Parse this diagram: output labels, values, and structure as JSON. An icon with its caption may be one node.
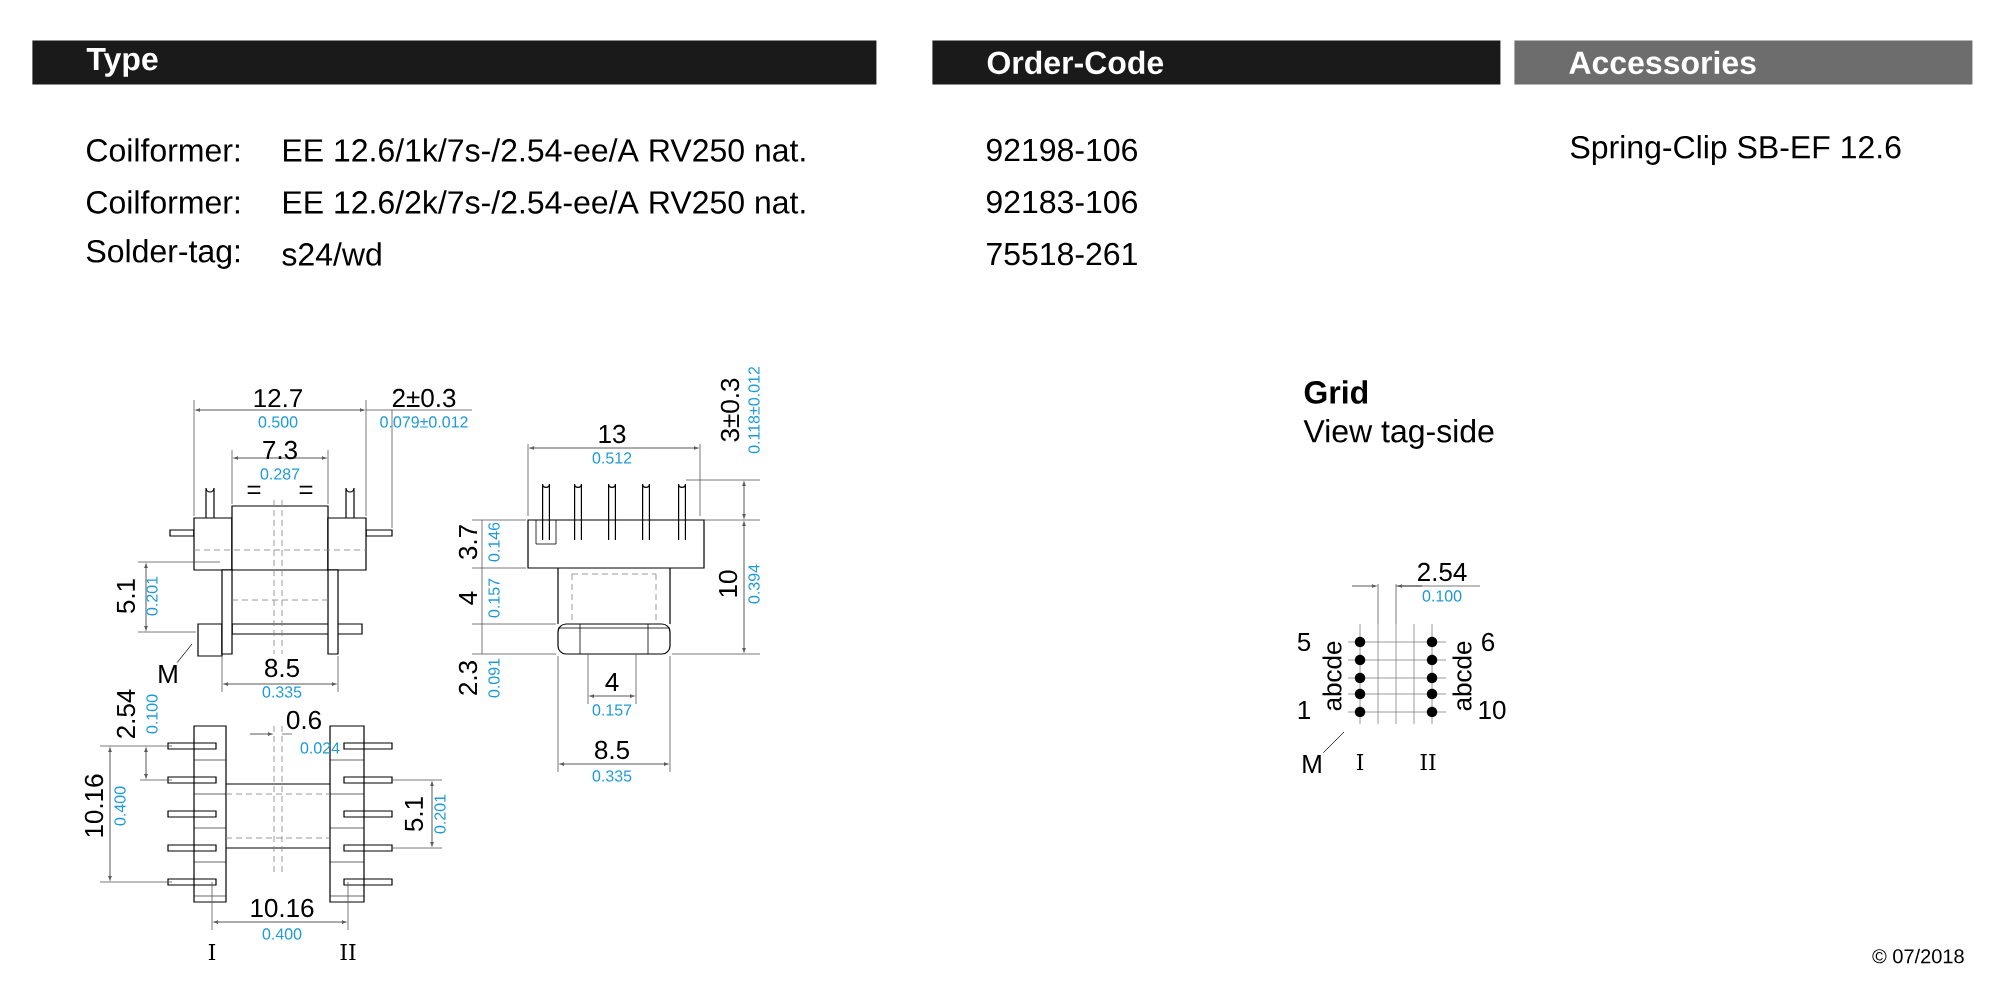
{
  "diagram": {
    "nodes": [
      {
        "text": [
          "Type"
        ]
      },
      {
        "text": [
          "Order-Code"
        ]
      },
      {
        "text": [
          "Accessories"
        ]
      },
      {
        "text": [
          "M"
        ]
      },
      {
        "text": [
          "M"
        ]
      }
    ],
    "edges": [
      {
        "from": 3,
        "to": null,
        "arrow": "none"
      },
      {
        "from": 4,
        "to": null,
        "arrow": "none"
      }
    ],
    "labels": [
      "Coilformer:",
      "EE 12.6/1k/7s-/2.54-ee/A RV250 nat.",
      "92198-106",
      "Spring-Clip SB-EF 12.6",
      "Coilformer:",
      "EE 12.6/2k/7s-/2.54-ee/A RV250 nat.",
      "92183-106",
      "Solder-tag:",
      "s24/wd",
      "75518-261",
      "12.7",
      "0.500",
      "2±0.3",
      "0.079±0.012",
      "13",
      "0.512",
      "3±0.3",
      "0.118±0.012",
      "Grid",
      "View tag-side",
      "7.3",
      "0.287",
      "=",
      "=",
      "3.7",
      "0.146",
      "5.1",
      "0.201",
      "4",
      "0.157",
      "10",
      "0.394",
      "2.54",
      "0.100",
      "5",
      "abcde",
      "6",
      "abcde",
      "8.5",
      "0.335",
      "2.3",
      "0.091",
      "4",
      "0.157",
      "1",
      "10",
      "2.54",
      "0.100",
      "0.6",
      "0.024",
      "8.5",
      "0.335",
      "I",
      "II",
      "10.16",
      "0.400",
      "5.1",
      "0.201",
      "10.16",
      "0.400",
      "I",
      "II",
      "© 07/2018"
    ]
  }
}
